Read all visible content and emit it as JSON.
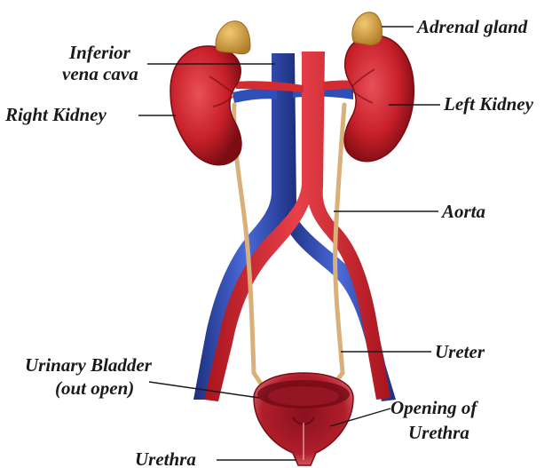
{
  "labels": {
    "adrenal_gland": "Adrenal gland",
    "inferior_vena_cava_line1": "Inferior",
    "inferior_vena_cava_line2": "vena cava",
    "right_kidney": "Right Kidney",
    "left_kidney": "Left Kidney",
    "aorta": "Aorta",
    "ureter": "Ureter",
    "urinary_bladder_line1": "Urinary Bladder",
    "urinary_bladder_line2": "(out open)",
    "opening_of_urethra_line1": "Opening of",
    "opening_of_urethra_line2": "Urethra",
    "urethra": "Urethra"
  },
  "colors": {
    "kidney": "#c8202a",
    "kidney_dark": "#7a0c12",
    "adrenal": "#d9a441",
    "aorta": "#d42a32",
    "vena_cava": "#2f4fb8",
    "ureter": "#d9b07a",
    "bladder": "#b01e2a",
    "bladder_inner": "#6e0a14"
  }
}
